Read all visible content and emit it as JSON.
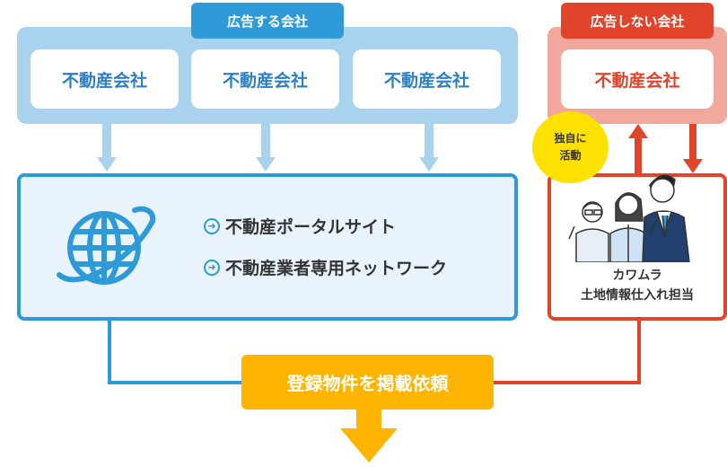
{
  "advertising": {
    "label": "広告する会社",
    "companies": [
      "不動産会社",
      "不動産会社",
      "不動産会社"
    ]
  },
  "non_advertising": {
    "label": "広告しない会社",
    "company": "不動産会社"
  },
  "network": {
    "items": [
      "不動産ポータルサイト",
      "不動産業者専用ネットワーク"
    ]
  },
  "independent_badge": {
    "line1": "独自に",
    "line2": "活動"
  },
  "staff": {
    "line1": "カワムラ",
    "line2": "土地情報仕入れ担当"
  },
  "cta": {
    "label": "登録物件を掲載依頼"
  },
  "colors": {
    "blue": "#2e9ad8",
    "light_blue": "#a9d2ee",
    "red": "#e1432b",
    "pink": "#f0a79c",
    "orange": "#ffb400",
    "yellow": "#ffe100"
  }
}
